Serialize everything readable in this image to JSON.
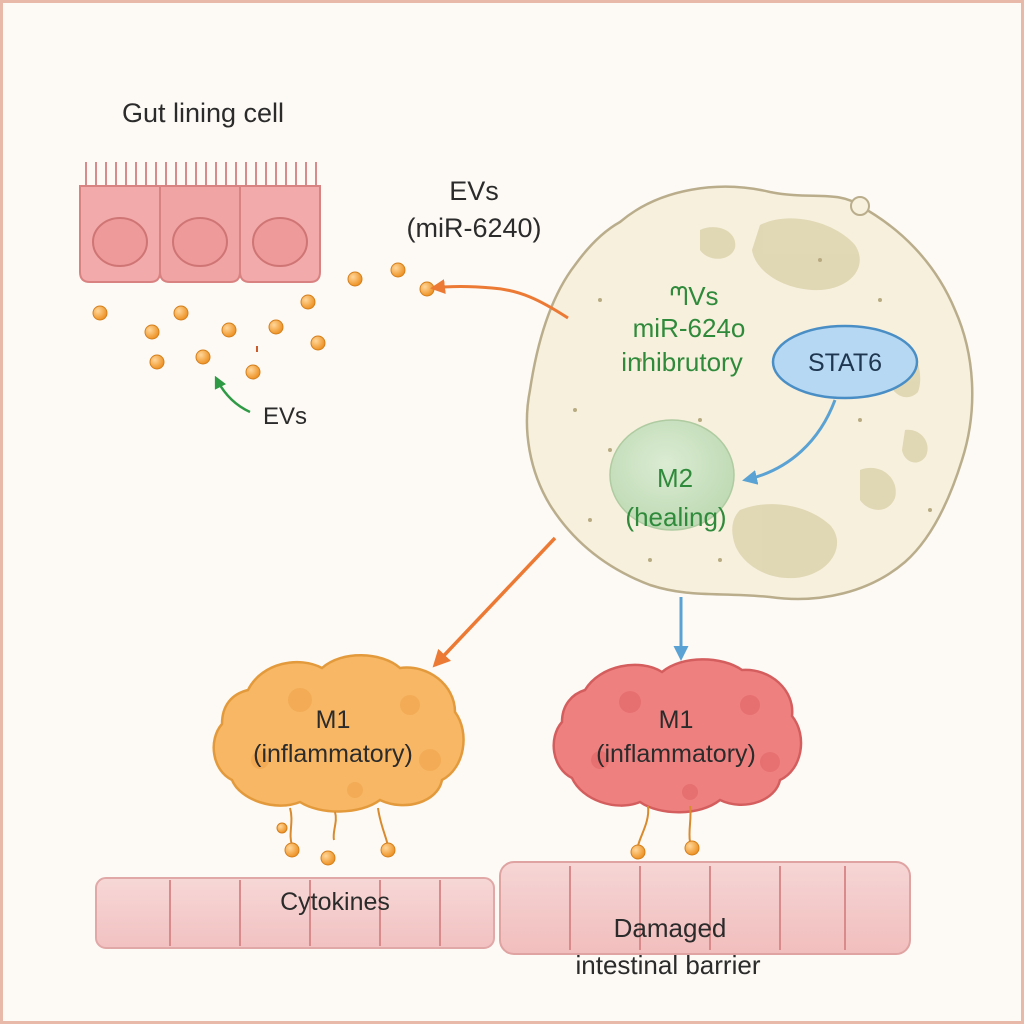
{
  "labels": {
    "gut_cell": "Gut lining cell",
    "evs_top_line1": "EVs",
    "evs_top_line2": "(miR-6240)",
    "evs_small": "EVs",
    "macro_line1": "ᘉVs",
    "macro_line2": "miR-624o",
    "macro_line3": "inhibrutory",
    "stat6": "STAT6",
    "m2_line1": "M2",
    "m2_line2": "(healing)",
    "m1_left_line1": "M1",
    "m1_left_line2": "(inflammatory)",
    "m1_right_line1": "M1",
    "m1_right_line2": "(inflammatory)",
    "cytokines": "Cytokines",
    "barrier_line1": "Damaged",
    "barrier_line2": "intestinal barrier"
  },
  "colors": {
    "background": "#fdfaf5",
    "frame": "#e8b8a8",
    "gut_cell_fill": "#f2aaaa",
    "ev_orange": "#f4a33a",
    "macrophage_fill": "#f7f0dc",
    "macrophage_spots": "#d8cfa8",
    "stat6_fill": "#b7d8f2",
    "stat6_stroke": "#4a8ec6",
    "green_text": "#2f8a3b",
    "orange_arrow": "#ec7a35",
    "blue_arrow": "#5aa2d4",
    "m1_orange_fill": "#f7b765",
    "m1_red_fill": "#ef8080",
    "barrier_fill": "#f3c8c8",
    "text_dark": "#2b2b2b"
  }
}
